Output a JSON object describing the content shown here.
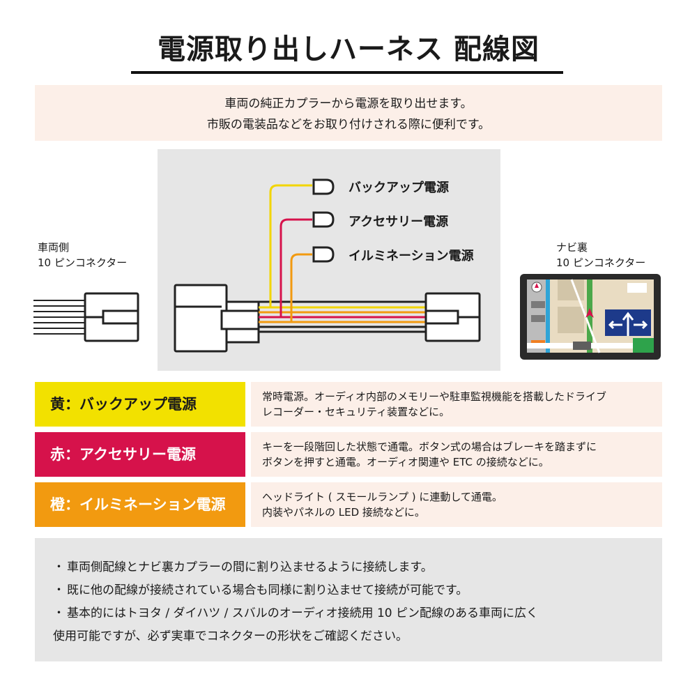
{
  "title": "電源取り出しハーネス 配線図",
  "intro": {
    "line1": "車両の純正カプラーから電源を取り出せます。",
    "line2": "市販の電装品などをお取り付けされる際に便利です。"
  },
  "diagram": {
    "left_label": {
      "line1": "車両側",
      "line2": "10 ピンコネクター"
    },
    "right_label": {
      "line1": "ナビ裏",
      "line2": "10 ピンコネクター"
    },
    "wires": [
      {
        "label": "バックアップ電源",
        "color": "#f2d500"
      },
      {
        "label": "アクセサリー電源",
        "color": "#d6124b"
      },
      {
        "label": "イルミネーション電源",
        "color": "#f29a10"
      }
    ],
    "navi_icon": "car-navigation-screen"
  },
  "legend": [
    {
      "heading": "黄：バックアップ電源",
      "bg": "#f2e100",
      "text_color": "#1a1a1a",
      "desc1": "常時電源。オーディオ内部のメモリーや駐車監視機能を搭載したドライブ",
      "desc2": "レコーダー・セキュリティ装置などに。"
    },
    {
      "heading": "赤：アクセサリー電源",
      "bg": "#d6124b",
      "text_color": "#ffffff",
      "desc1": "キーを一段階回した状態で通電。ボタン式の場合はブレーキを踏まずに",
      "desc2": "ボタンを押すと通電。オーディオ関連や ETC の接続などに。"
    },
    {
      "heading": "橙：イルミネーション電源",
      "bg": "#f29a10",
      "text_color": "#ffffff",
      "desc1": "ヘッドライト ( スモールランプ ) に連動して通電。",
      "desc2": "内装やパネルの LED 接続などに。"
    }
  ],
  "notes": [
    {
      "bullet": "・",
      "text": "車両側配線とナビ裏カプラーの間に割り込ませるように接続します。"
    },
    {
      "bullet": "・",
      "text": "既に他の配線が接続されている場合も同様に割り込ませて接続が可能です。"
    },
    {
      "bullet": "・",
      "text": "基本的にはトヨタ / ダイハツ / スバルのオーディオ接続用 10 ピン配線のある車両に広く"
    }
  ],
  "notes_continuation": "使用可能ですが、必ず実車でコネクターの形状をご確認ください。"
}
